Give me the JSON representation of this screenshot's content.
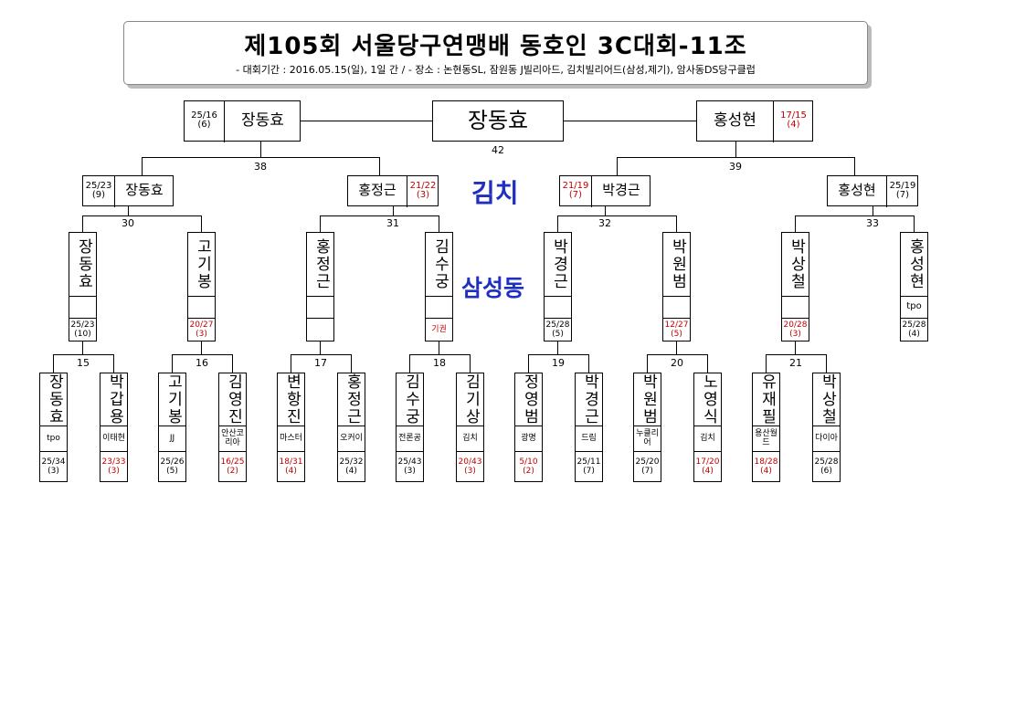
{
  "header": {
    "title": "제105회 서울당구연맹배 동호인 3C대회-11조",
    "subtitle": "- 대회기간 : 2016.05.15(일), 1일 간 / - 장소 : 논현동SL, 잠원동 J빌리아드, 김치빌리어드(삼성,제기), 암사동DS당구클럽"
  },
  "venues": [
    "김치",
    "삼성동"
  ],
  "final": {
    "winner": "장동효",
    "match_no": "42",
    "left": {
      "name": "장동효",
      "score": "25/16",
      "inn": "(6)"
    },
    "right": {
      "name": "홍성현",
      "score": "17/15",
      "inn": "(4)"
    }
  },
  "semis": [
    {
      "match_no": "38"
    },
    {
      "match_no": "39"
    }
  ],
  "quarters": [
    {
      "name": "장동효",
      "score": "25/23",
      "inn": "(9)",
      "match_no": "30"
    },
    {
      "name": "홍정근",
      "score": "21/22",
      "inn": "(3)",
      "match_no": "31"
    },
    {
      "name": "박경근",
      "score": "21/19",
      "inn": "(7)",
      "match_no": "32"
    },
    {
      "name": "홍성현",
      "score": "25/19",
      "inn": "(7)",
      "match_no": "33"
    }
  ],
  "round16": [
    {
      "name": "장동효",
      "club": "",
      "score": "25/23",
      "inn": "(10)"
    },
    {
      "name": "고기봉",
      "club": "",
      "score": "20/27",
      "inn": "(3)"
    },
    {
      "name": "홍정근",
      "club": "",
      "score": "",
      "inn": ""
    },
    {
      "name": "김수궁",
      "club": "",
      "score": "기권",
      "inn": ""
    },
    {
      "name": "박경근",
      "club": "",
      "score": "25/28",
      "inn": "(5)"
    },
    {
      "name": "박원범",
      "club": "",
      "score": "12/27",
      "inn": "(5)"
    },
    {
      "name": "박상철",
      "club": "",
      "score": "20/28",
      "inn": "(3)"
    },
    {
      "name": "홍성현",
      "club": "tpo",
      "score": "25/28",
      "inn": "(4)"
    }
  ],
  "round32_matches": [
    "15",
    "16",
    "17",
    "18",
    "19",
    "20",
    "21"
  ],
  "round32": [
    {
      "name": "장동효",
      "club": "tpo",
      "score": "25/34",
      "inn": "(3)"
    },
    {
      "name": "박갑용",
      "club": "이태현",
      "score": "23/33",
      "inn": "(3)"
    },
    {
      "name": "고기봉",
      "club": "JJ",
      "score": "25/26",
      "inn": "(5)"
    },
    {
      "name": "김영진",
      "club": "안산코리아",
      "score": "16/25",
      "inn": "(2)"
    },
    {
      "name": "변항진",
      "club": "마스터",
      "score": "18/31",
      "inn": "(4)"
    },
    {
      "name": "홍정근",
      "club": "오커이",
      "score": "25/32",
      "inn": "(4)"
    },
    {
      "name": "김수궁",
      "club": "전론공",
      "score": "25/43",
      "inn": "(3)"
    },
    {
      "name": "김기상",
      "club": "김치",
      "score": "20/43",
      "inn": "(3)"
    },
    {
      "name": "정영범",
      "club": "광명",
      "score": "5/10",
      "inn": "(2)"
    },
    {
      "name": "박경근",
      "club": "드림",
      "score": "25/11",
      "inn": "(7)"
    },
    {
      "name": "박원범",
      "club": "누클리어",
      "score": "25/20",
      "inn": "(7)"
    },
    {
      "name": "노영식",
      "club": "김치",
      "score": "17/20",
      "inn": "(4)"
    },
    {
      "name": "유재필",
      "club": "용산월드",
      "score": "18/28",
      "inn": "(4)"
    },
    {
      "name": "박상철",
      "club": "다이아",
      "score": "25/28",
      "inn": "(6)"
    }
  ],
  "colors": {
    "loss_score": "#c00000",
    "venue_text": "#1f2fbf"
  }
}
